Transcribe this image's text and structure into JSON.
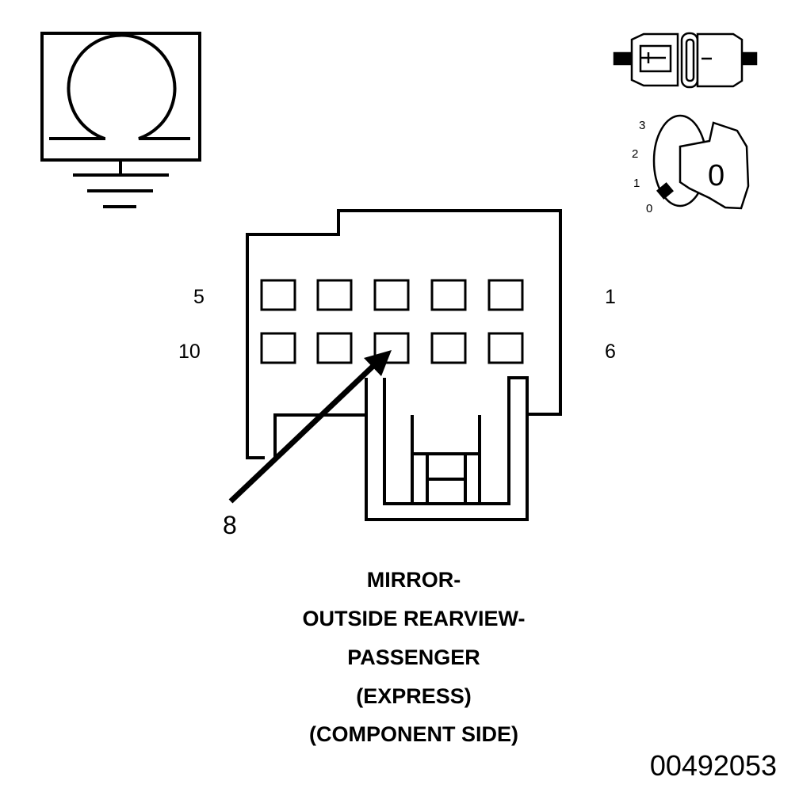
{
  "pin_labels": {
    "top_left": "5",
    "top_right": "1",
    "bottom_left": "10",
    "bottom_right": "6",
    "callout": "8"
  },
  "ignition_positions": [
    "3",
    "2",
    "1",
    "0"
  ],
  "key_label": "0",
  "caption": {
    "line1": "MIRROR-",
    "line2": "OUTSIDE REARVIEW-",
    "line3": "PASSENGER",
    "line4": "(EXPRESS)",
    "line5": "(COMPONENT SIDE)"
  },
  "figure_id": "00492053",
  "icons": {
    "meter": "ohmmeter-ground-icon",
    "connector": "disconnected-connector-icon",
    "ignition": "ignition-off-key-icon"
  },
  "colors": {
    "ink": "#000000",
    "background": "#ffffff"
  }
}
